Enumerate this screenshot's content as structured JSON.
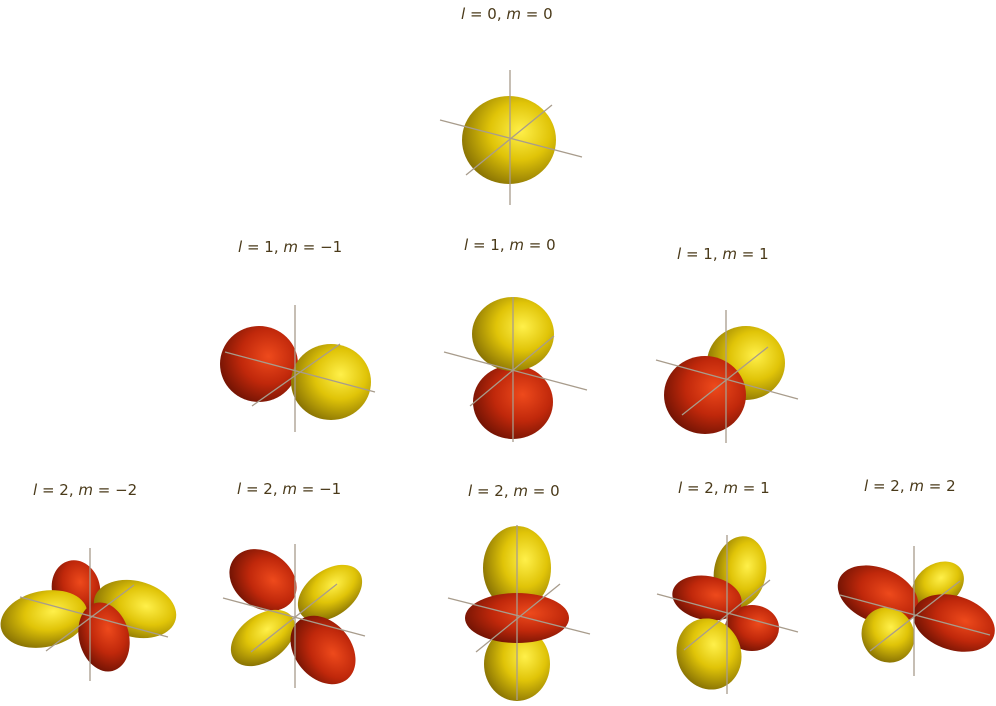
{
  "colors": {
    "positive_lobe": "#e3c80a",
    "negative_lobe": "#c12a0c",
    "axis": "#a89c8c",
    "label": "#4a3a1a"
  },
  "orbitals": [
    {
      "id": "l0m0",
      "l": "0",
      "m": "0"
    },
    {
      "id": "l1mm1",
      "l": "1",
      "m": "−1"
    },
    {
      "id": "l1m0",
      "l": "1",
      "m": "0"
    },
    {
      "id": "l1m1",
      "l": "1",
      "m": "1"
    },
    {
      "id": "l2mm2",
      "l": "2",
      "m": "−2"
    },
    {
      "id": "l2mm1",
      "l": "2",
      "m": "−1"
    },
    {
      "id": "l2m0",
      "l": "2",
      "m": "0"
    },
    {
      "id": "l2m1",
      "l": "2",
      "m": "1"
    },
    {
      "id": "l2m2",
      "l": "2",
      "m": "2"
    }
  ]
}
